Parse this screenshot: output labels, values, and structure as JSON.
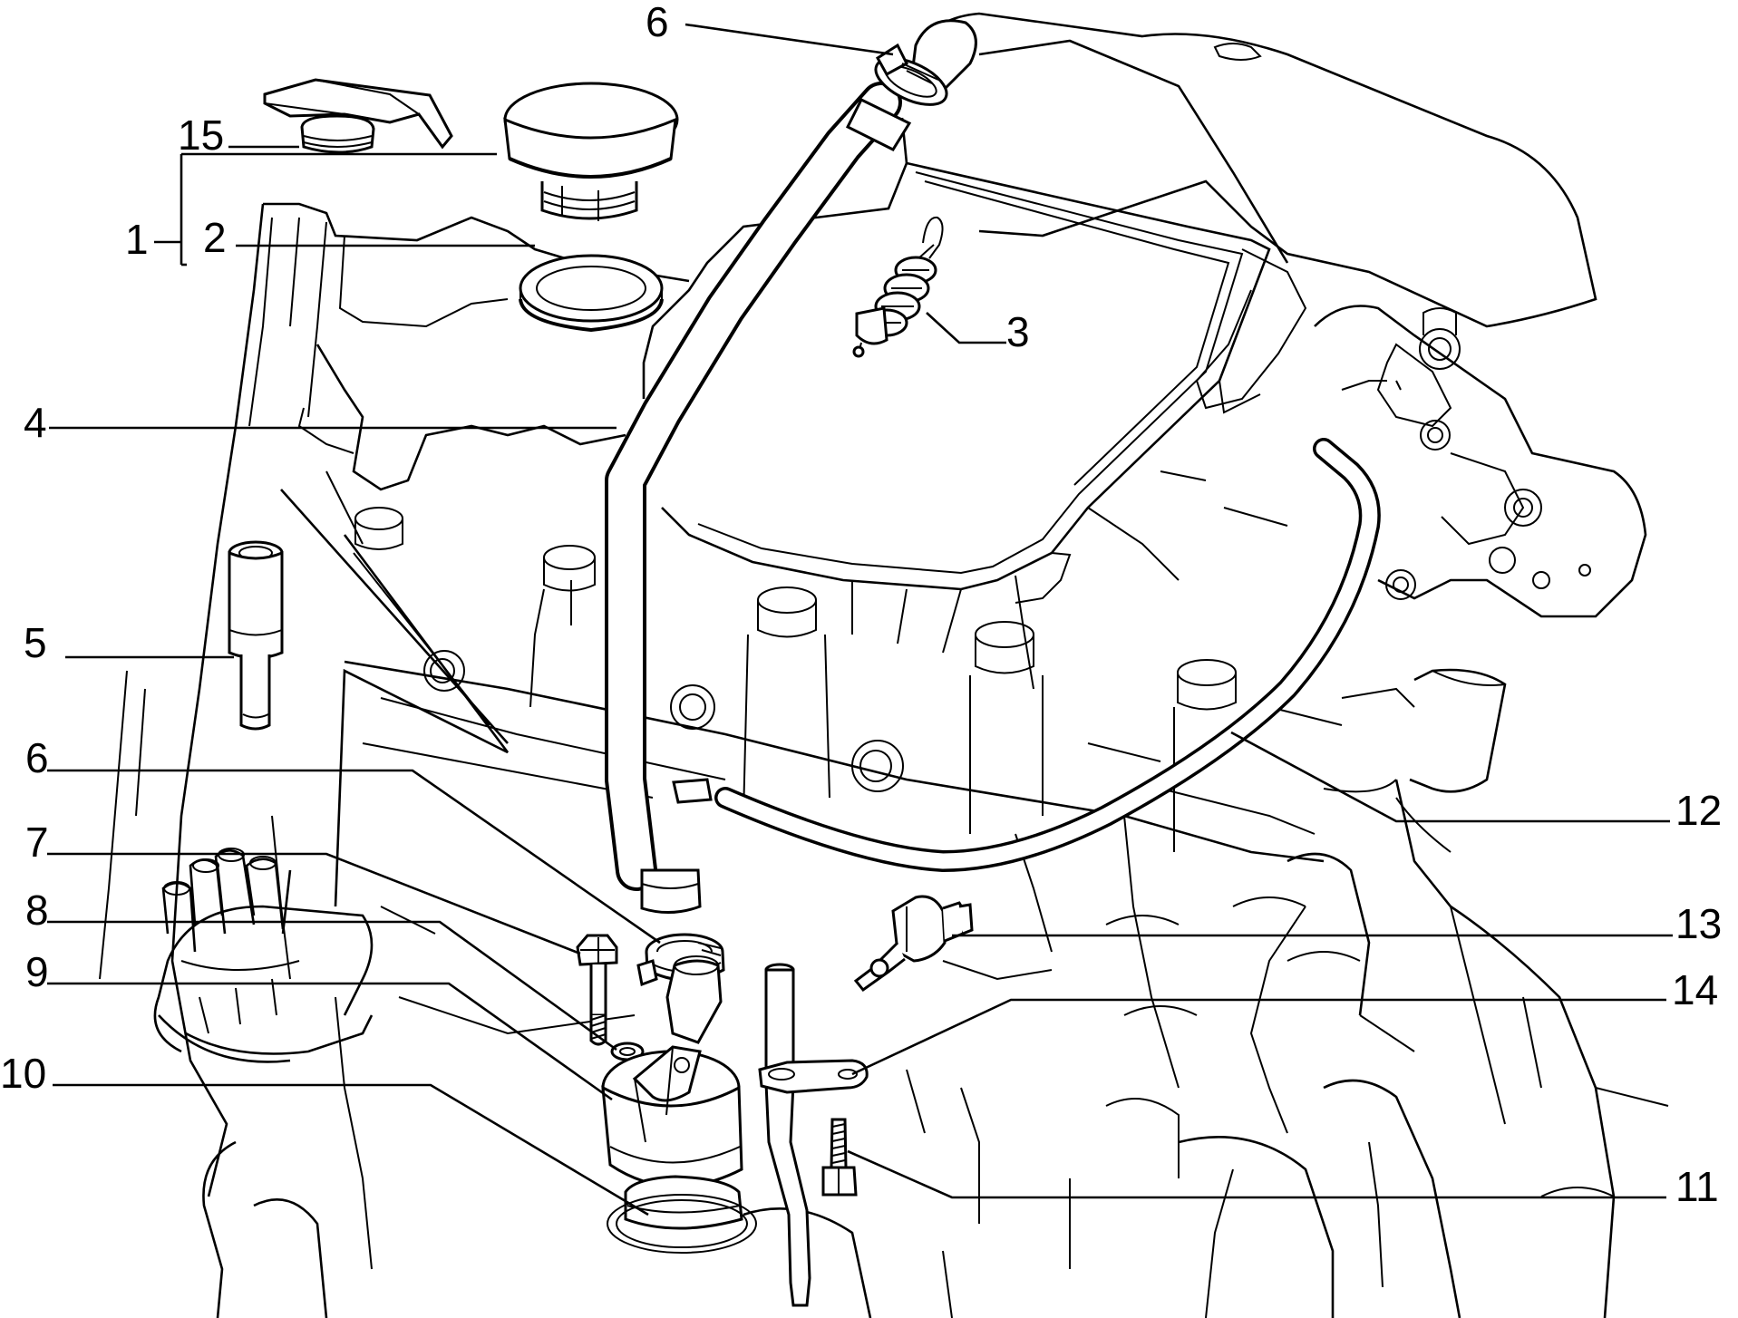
{
  "diagram": {
    "callouts": {
      "n1": "1",
      "n2": "2",
      "n3": "3",
      "n4": "4",
      "n5": "5",
      "n6_top": "6",
      "n6_left": "6",
      "n7": "7",
      "n8": "8",
      "n9": "9",
      "n10": "10",
      "n11": "11",
      "n12": "12",
      "n13": "13",
      "n14": "14",
      "n15": "15"
    },
    "colors": {
      "ink": "#000000",
      "paper": "#ffffff"
    }
  }
}
